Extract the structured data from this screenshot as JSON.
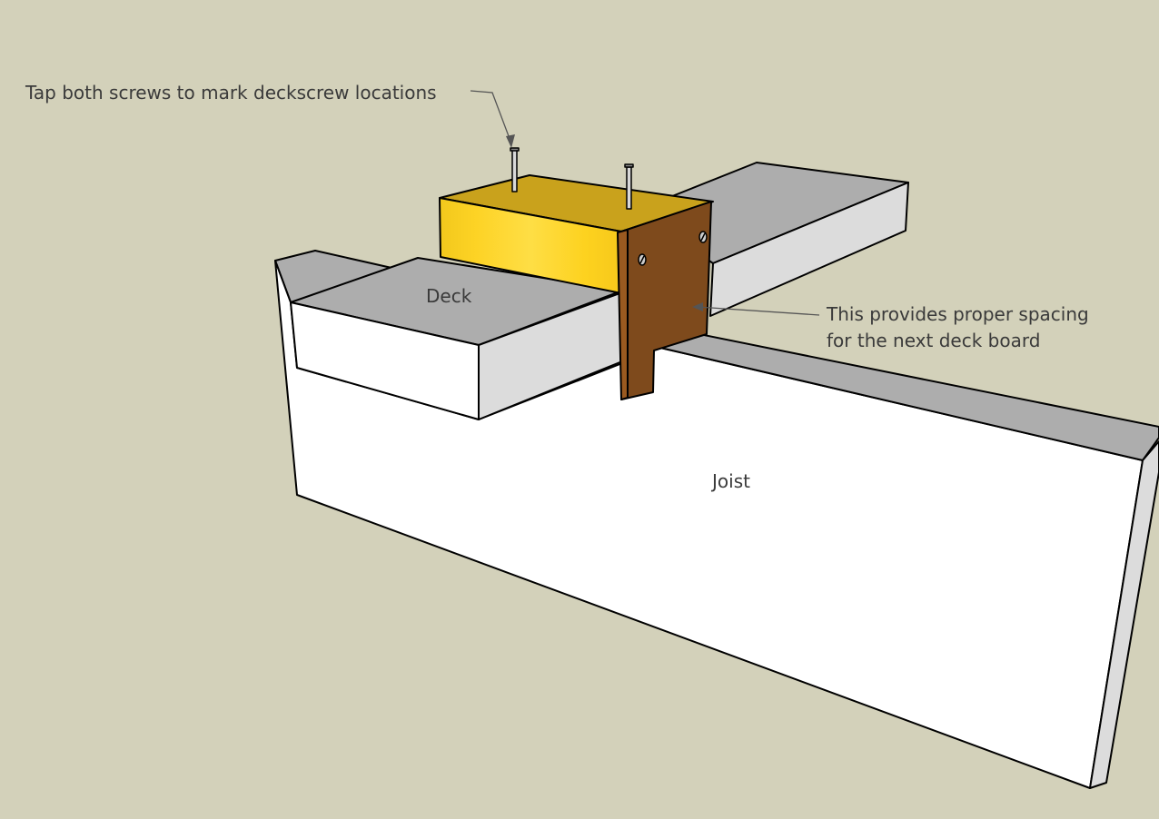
{
  "labels": {
    "screws_note": "Tap both screws to mark deckscrew locations",
    "deck": "Deck",
    "spacer_note_line1": "This provides proper spacing",
    "spacer_note_line2": "for the next deck board",
    "joist": "Joist"
  },
  "colors": {
    "background": "#d3d1ba",
    "yellow_block": "#fcd22a",
    "bracket": "#7e4a1c",
    "deck_top": "#adadad",
    "joist_face": "#ffffff"
  }
}
